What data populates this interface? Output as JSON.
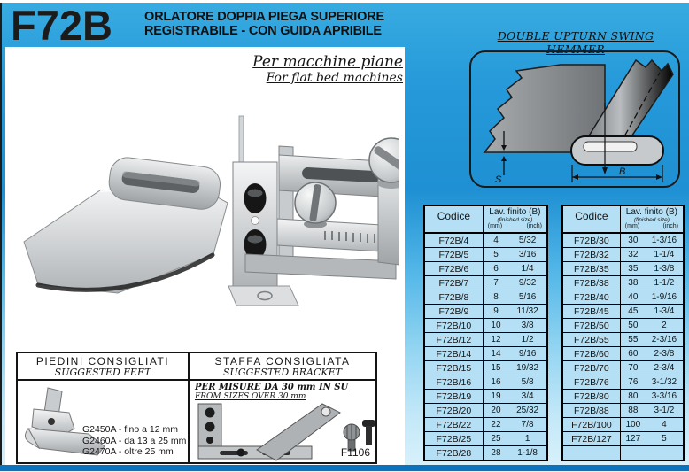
{
  "header": {
    "product_code": "F72B",
    "title_line1": "ORLATORE DOPPIA PIEGA SUPERIORE",
    "title_line2": "REGISTRABILE - CON GUIDA APRIBILE",
    "subtitle_it": "Per macchine piane",
    "subtitle_en": "For flat bed machines"
  },
  "diagram": {
    "title": "DOUBLE UPTURN SWING HEMMER",
    "dim_s": "S",
    "dim_b": "B"
  },
  "feet_box": {
    "title_it": "PIEDINI CONSIGLIATI",
    "title_en": "SUGGESTED FEET",
    "items": [
      "G2450A - fino a 12 mm",
      "G2460A - da 13 a 25 mm",
      "G2470A - oltre 25 mm"
    ]
  },
  "bracket_box": {
    "title_it": "STAFFA CONSIGLIATA",
    "title_en": "SUGGESTED BRACKET",
    "note_it": "PER MISURE DA 30 mm IN SU",
    "note_en": "FROM SIZES OVER 30 mm",
    "part_label": "F1106"
  },
  "size_tables": {
    "col_code": "Codice",
    "col_size": "Lav. finito (B)",
    "col_size_sub": "(finished size)",
    "col_mm": "(mm)",
    "col_inch": "(inch)",
    "table1_rows": [
      {
        "code": "F72B/4",
        "mm": "4",
        "inch": "5/32"
      },
      {
        "code": "F72B/5",
        "mm": "5",
        "inch": "3/16"
      },
      {
        "code": "F72B/6",
        "mm": "6",
        "inch": "1/4"
      },
      {
        "code": "F72B/7",
        "mm": "7",
        "inch": "9/32"
      },
      {
        "code": "F72B/8",
        "mm": "8",
        "inch": "5/16"
      },
      {
        "code": "F72B/9",
        "mm": "9",
        "inch": "11/32"
      },
      {
        "code": "F72B/10",
        "mm": "10",
        "inch": "3/8"
      },
      {
        "code": "F72B/12",
        "mm": "12",
        "inch": "1/2"
      },
      {
        "code": "F72B/14",
        "mm": "14",
        "inch": "9/16"
      },
      {
        "code": "F72B/15",
        "mm": "15",
        "inch": "19/32"
      },
      {
        "code": "F72B/16",
        "mm": "16",
        "inch": "5/8"
      },
      {
        "code": "F72B/19",
        "mm": "19",
        "inch": "3/4"
      },
      {
        "code": "F72B/20",
        "mm": "20",
        "inch": "25/32"
      },
      {
        "code": "F72B/22",
        "mm": "22",
        "inch": "7/8"
      },
      {
        "code": "F72B/25",
        "mm": "25",
        "inch": "1"
      },
      {
        "code": "F72B/28",
        "mm": "28",
        "inch": "1-1/8"
      }
    ],
    "table2_rows": [
      {
        "code": "F72B/30",
        "mm": "30",
        "inch": "1-3/16"
      },
      {
        "code": "F72B/32",
        "mm": "32",
        "inch": "1-1/4"
      },
      {
        "code": "F72B/35",
        "mm": "35",
        "inch": "1-3/8"
      },
      {
        "code": "F72B/38",
        "mm": "38",
        "inch": "1-1/2"
      },
      {
        "code": "F72B/40",
        "mm": "40",
        "inch": "1-9/16"
      },
      {
        "code": "F72B/45",
        "mm": "45",
        "inch": "1-3/4"
      },
      {
        "code": "F72B/50",
        "mm": "50",
        "inch": "2"
      },
      {
        "code": "F72B/55",
        "mm": "55",
        "inch": "2-3/16"
      },
      {
        "code": "F72B/60",
        "mm": "60",
        "inch": "2-3/8"
      },
      {
        "code": "F72B/70",
        "mm": "70",
        "inch": "2-3/4"
      },
      {
        "code": "F72B/76",
        "mm": "76",
        "inch": "3-1/32"
      },
      {
        "code": "F72B/80",
        "mm": "80",
        "inch": "3-3/16"
      },
      {
        "code": "F72B/88",
        "mm": "88",
        "inch": "3-1/2"
      },
      {
        "code": "F72B/100",
        "mm": "100",
        "inch": "4"
      },
      {
        "code": "F72B/127",
        "mm": "127",
        "inch": "5"
      },
      {
        "code": "",
        "mm": "",
        "inch": ""
      }
    ]
  },
  "colors": {
    "accent_cyan_top": "#2BA5DE",
    "accent_cyan_deep": "#1E90D3",
    "table_cell": "#B5DFF4",
    "bottom_bar": "#0B73BE"
  }
}
